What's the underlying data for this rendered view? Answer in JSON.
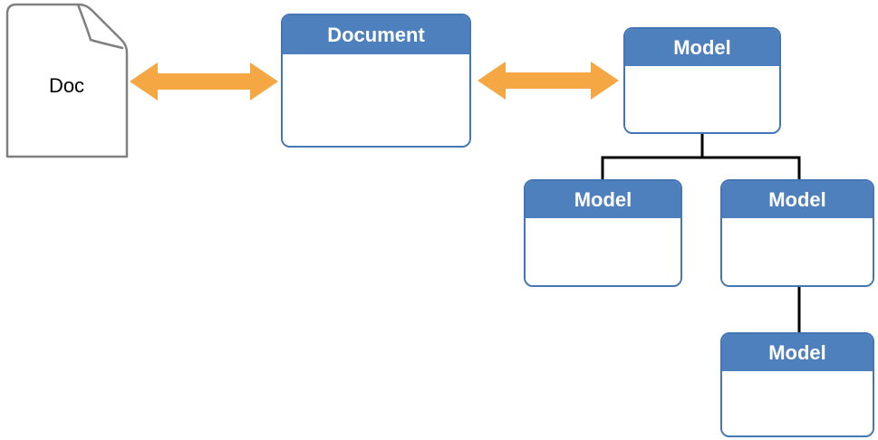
{
  "diagram": {
    "doc_shape": {
      "label": "Doc"
    },
    "document_box": {
      "label": "Document"
    },
    "model_root": {
      "label": "Model"
    },
    "model_left": {
      "label": "Model"
    },
    "model_right": {
      "label": "Model"
    },
    "model_bottom": {
      "label": "Model"
    }
  },
  "colors": {
    "box_fill_blue": "#4E80BD",
    "box_border_blue": "#4475B5",
    "arrow_orange": "#F4A742",
    "doc_outline_gray": "#808080",
    "connector_black": "#000000",
    "header_text": "#FFFFFF",
    "doc_text": "#000000",
    "background": "#FFFFFF"
  }
}
